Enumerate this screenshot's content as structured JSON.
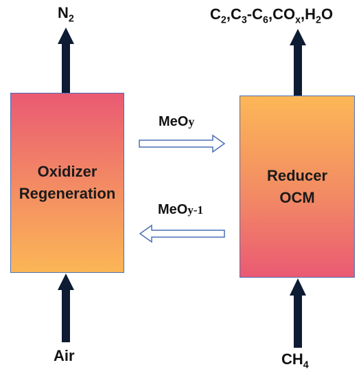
{
  "oxidizer": {
    "line1": "Oxidizer",
    "line2": "Regeneration"
  },
  "reducer": {
    "line1": "Reducer",
    "line2": "OCM"
  },
  "labels": {
    "n2": "N",
    "n2_sub": "2",
    "air": "Air",
    "ch4": "CH",
    "ch4_sub": "4",
    "products": {
      "c": "C",
      "c2_sub": "2",
      "comma1": ",C",
      "c3_sub": "3",
      "dash": "-C",
      "c6_sub": "6",
      "co": ",CO",
      "x_sub": "x",
      "h2o": ",H",
      "h2_sub": "2",
      "o": "O"
    },
    "meoy": {
      "base": "MeO",
      "sub": "y"
    },
    "meoy1": {
      "base": "MeO",
      "sub": "y-1"
    }
  },
  "colors": {
    "arrow_solid": "#0d1b33",
    "arrow_outline": "#4a6fb5",
    "box_border": "#4a6fb5"
  }
}
